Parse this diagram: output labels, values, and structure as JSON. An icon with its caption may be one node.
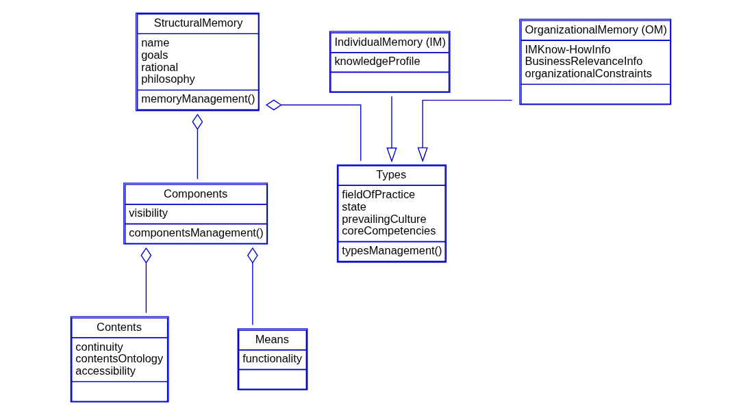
{
  "diagram": {
    "nodes": [
      {
        "text": [
          "StructuralMemory",
          "name goals rational philosophy",
          "memoryManagement()"
        ]
      },
      {
        "text": [
          "Components",
          "visibility",
          "componentsManagement()"
        ]
      },
      {
        "text": [
          "Types",
          "fieldOfPractice state prevailingCulture coreCompetencies",
          "typesManagement()"
        ]
      },
      {
        "text": [
          "Contents",
          "continuity contentsOntology accessibility"
        ]
      },
      {
        "text": [
          "Means",
          "functionality"
        ]
      },
      {
        "text": [
          "IndividualMemory (IM)",
          "knowledgeProfile"
        ]
      },
      {
        "text": [
          "OrganizationalMemory (OM)",
          "IMKnow-HowInfo BusinessRelevanceInfo organizationalConstraints"
        ]
      }
    ],
    "edges": [
      {
        "from": 0,
        "to": 1,
        "arrow": "other"
      },
      {
        "from": 0,
        "to": 2,
        "arrow": "other"
      },
      {
        "from": 1,
        "to": 3,
        "arrow": "other"
      },
      {
        "from": 1,
        "to": 4,
        "arrow": "other"
      },
      {
        "from": 5,
        "to": 2,
        "arrow": "to"
      },
      {
        "from": 6,
        "to": 2,
        "arrow": "to"
      }
    ]
  }
}
